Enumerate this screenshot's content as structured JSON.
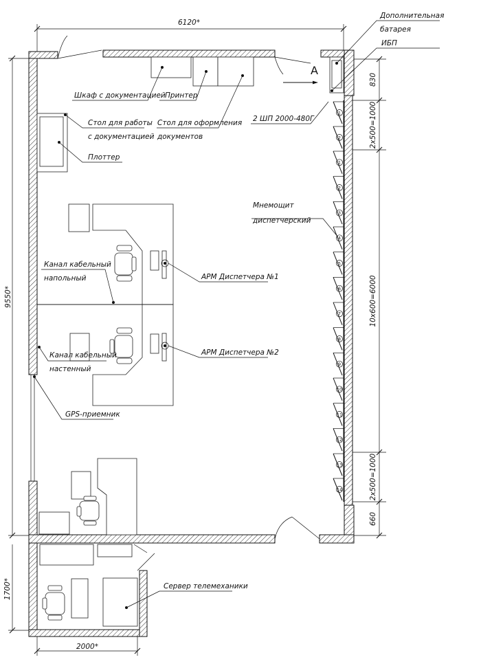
{
  "dimensions": {
    "top_width": "6120*",
    "left_height": "9550*",
    "right_top": "830",
    "right_upper": "2x500=1000",
    "right_middle": "10x600=6000",
    "right_lower": "2x500=1000",
    "right_bottom": "660",
    "server_height": "1700*",
    "server_width": "2000*"
  },
  "view_marker": "A",
  "labels": {
    "extra_battery_line1": "Дополнительная",
    "extra_battery_line2": "батарея",
    "ups": "ИБП",
    "cabinet": "2 ШП 2000-480Г",
    "doc_cabinet": "Шкаф с документацией",
    "printer": "Принтер",
    "doc_table_line1": "Стол для работы",
    "doc_table_line2": "с документацией",
    "design_table_line1": "Стол для оформления",
    "design_table_line2": "документов",
    "plotter": "Плоттер",
    "mimic_line1": "Мнемощит",
    "mimic_line2": "диспетчерский",
    "floor_channel_line1": "Канал кабельный",
    "floor_channel_line2": "напольный",
    "arm1": "АРМ Диспетчера №1",
    "arm2": "АРМ Диспетчера №2",
    "wall_channel_line1": "Канал кабельный",
    "wall_channel_line2": "настенный",
    "gps": "GPS-приемник",
    "server": "Сервер телемеханики"
  },
  "mimic_panels": [
    "1",
    "2",
    "1",
    "2",
    "3",
    "4",
    "5",
    "6",
    "7",
    "8",
    "9",
    "10",
    "11",
    "12",
    "13",
    "14"
  ]
}
